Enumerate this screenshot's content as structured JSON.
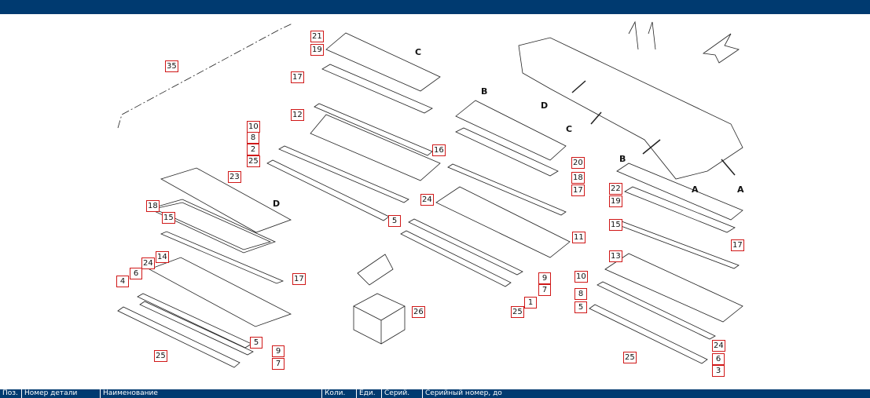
{
  "callouts": {
    "c1": "35",
    "c2": "21",
    "c3": "19",
    "c4": "17",
    "c5": "12",
    "c6": "10",
    "c7": "8",
    "c8": "2",
    "c9": "25",
    "c10": "23",
    "c11": "18",
    "c12": "15",
    "c13": "14",
    "c14": "24",
    "c15": "6",
    "c16": "4",
    "c17": "17",
    "c18": "5",
    "c19": "9",
    "c20": "7",
    "c21": "25",
    "c22": "16",
    "c23": "24",
    "c24": "5",
    "c25": "26",
    "c26": "1",
    "c27": "25",
    "c28": "9",
    "c29": "7",
    "c30": "11",
    "c31": "20",
    "c32": "18",
    "c33": "17",
    "c34": "22",
    "c35": "19",
    "c36": "15",
    "c37": "13",
    "c38": "17",
    "c39": "10",
    "c40": "8",
    "c41": "5",
    "c42": "24",
    "c43": "6",
    "c44": "3",
    "c45": "25"
  },
  "view_labels": {
    "c": "C",
    "b1": "B",
    "d1": "D",
    "d2": "D",
    "c2": "C",
    "b2": "B",
    "a1": "A",
    "a2": "A"
  },
  "table_columns": [
    "Поз.",
    "Номер детали",
    "Наименование",
    "Коли.",
    "Еди.",
    "Серий.",
    "Серийный номер, до"
  ],
  "colors": {
    "header_bg": "#003a70",
    "callout_border": "#d01818"
  }
}
